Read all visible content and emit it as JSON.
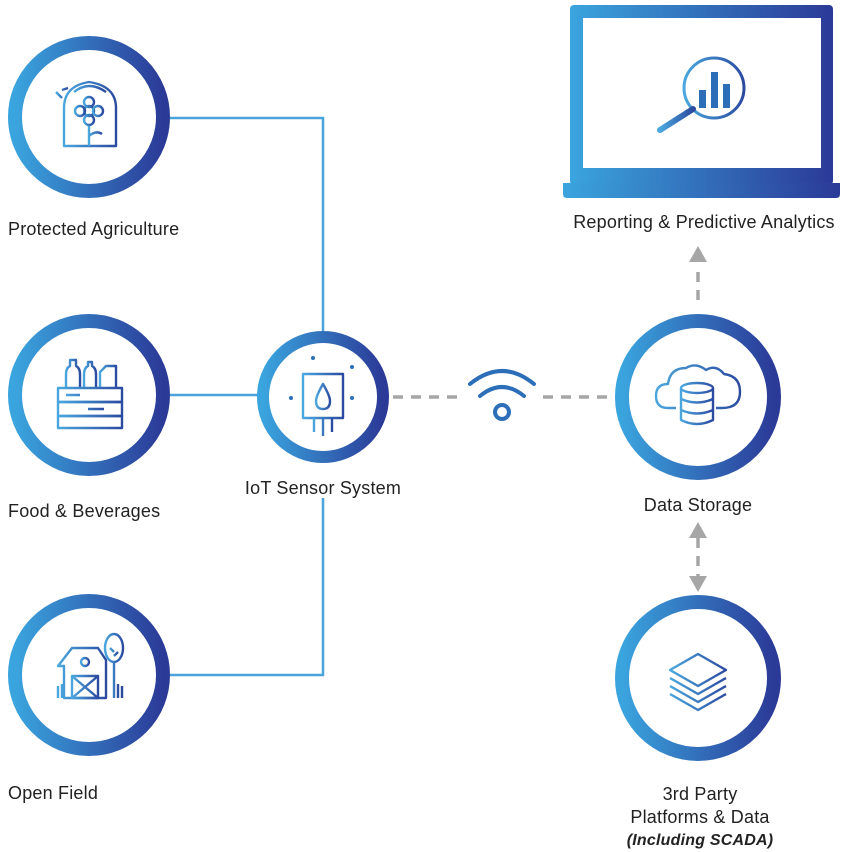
{
  "nodes": {
    "protected_agriculture": {
      "label": "Protected Agriculture",
      "icon": "greenhouse-flower-icon"
    },
    "food_beverages": {
      "label": "Food & Beverages",
      "icon": "crate-bottles-icon"
    },
    "open_field": {
      "label": "Open Field",
      "icon": "barn-tree-icon"
    },
    "iot_sensor": {
      "label": "IoT Sensor System",
      "icon": "sensor-droplet-icon"
    },
    "data_storage": {
      "label": "Data Storage",
      "icon": "cloud-database-icon"
    },
    "reporting": {
      "label": "Reporting & Predictive Analytics",
      "icon": "laptop-analytics-icon"
    },
    "third_party": {
      "line1": "3rd Party",
      "line2": "Platforms & Data",
      "line3": "(Including SCADA)",
      "icon": "layers-stack-icon"
    }
  },
  "connector": {
    "icon": "wifi-icon"
  },
  "colors": {
    "ring_start": "#3aa4de",
    "ring_end": "#2b3a97",
    "line": "#4aa3dc",
    "dash": "#a6a6a6",
    "icon": "#2c6fb8"
  }
}
